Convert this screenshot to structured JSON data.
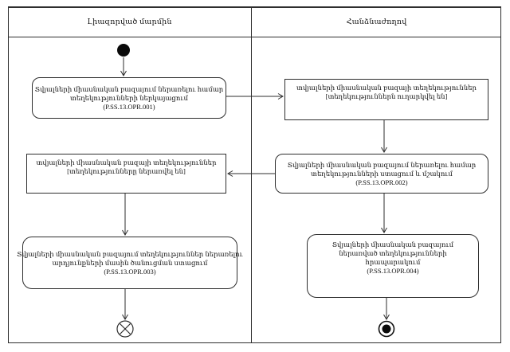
{
  "diagram": {
    "kind": "uml-activity-swimlane",
    "lanes": [
      {
        "id": "lane-left",
        "label": "Լիազորված մարմին"
      },
      {
        "id": "lane-right",
        "label": "Հանձնաժողով"
      }
    ],
    "nodes": {
      "action1": {
        "type": "action",
        "lane": "lane-left",
        "lines": [
          "Տվյալների միասնական բազայում ներառելու համար",
          "տեղեկությունների ներկայացում"
        ],
        "code": "(P.SS.13.OPR.001)"
      },
      "object1": {
        "type": "object",
        "lane": "lane-right",
        "lines": [
          "տվյալների միասնական բազայի տեղեկություններ",
          "[տեղեկություններն ուղարկվել են]"
        ]
      },
      "action2": {
        "type": "action",
        "lane": "lane-right",
        "lines": [
          "Տվյալների միասնական բազայում ներառելու համար",
          "տեղեկությունների ստացում և մշակում"
        ],
        "code": "(P.SS.13.OPR.002)"
      },
      "object2": {
        "type": "object",
        "lane": "lane-left",
        "lines": [
          "տվյալների միասնական բազայի տեղեկություններ",
          "[տեղեկությունները ներառվել են]"
        ]
      },
      "action3": {
        "type": "action",
        "lane": "lane-left",
        "lines": [
          "Տվյալների միասնական բազայում տեղեկություններ ներառելու",
          "արդյունքների մասին ծանուցման ստացում"
        ],
        "code": "(P.SS.13.OPR.003)"
      },
      "action4": {
        "type": "action",
        "lane": "lane-right",
        "lines": [
          "Տվյալների միասնական բազայում",
          "ներառված տեղեկությունների",
          "հրապարակում"
        ],
        "code": "(P.SS.13.OPR.004)"
      },
      "start": {
        "type": "initial-node"
      },
      "final1": {
        "type": "flow-final-node"
      },
      "final2": {
        "type": "activity-final-node"
      }
    },
    "edges": [
      "start->action1",
      "action1->object1",
      "object1->action2",
      "action2->object2",
      "object2->action3",
      "action3->final1",
      "action2->action4",
      "action4->final2"
    ],
    "colors": {
      "line": "#2e2e2e",
      "text": "#111111",
      "background": "#ffffff"
    }
  }
}
